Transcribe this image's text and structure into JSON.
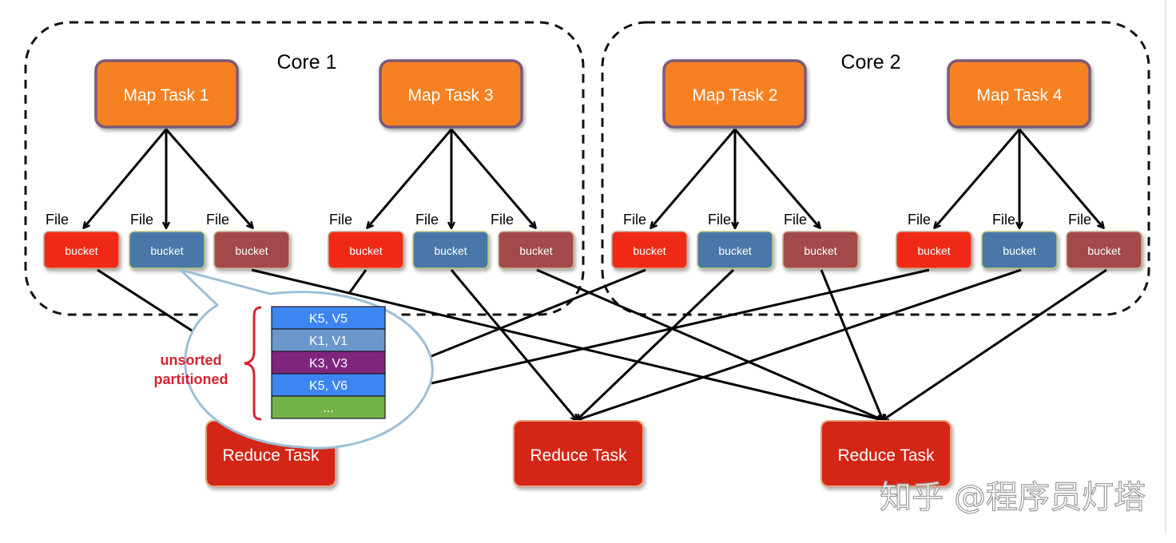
{
  "cores": [
    {
      "label": "Core 1"
    },
    {
      "label": "Core 2"
    }
  ],
  "map_tasks": [
    {
      "label": "Map Task 1"
    },
    {
      "label": "Map Task 3"
    },
    {
      "label": "Map Task 2"
    },
    {
      "label": "Map Task 4"
    }
  ],
  "file_label": "File",
  "bucket_label": "bucket",
  "bucket_colors": [
    "#f02c17",
    "#4a78a8",
    "#a34848"
  ],
  "reduce_tasks": [
    {
      "label": "Reduce Task"
    },
    {
      "label": "Reduce Task"
    },
    {
      "label": "Reduce Task"
    }
  ],
  "callout": {
    "annotation": [
      "unsorted",
      "partitioned"
    ],
    "records": [
      {
        "text": "K5, V5",
        "color": "#3d86f2"
      },
      {
        "text": "K1, V1",
        "color": "#6a98cc"
      },
      {
        "text": "K3, V3",
        "color": "#80257e"
      },
      {
        "text": "K5, V6",
        "color": "#3d86f2"
      },
      {
        "text": "...",
        "color": "#74b24a"
      }
    ]
  },
  "watermark": "知乎 @程序员灯塔",
  "colors": {
    "map_fill": "#f58122",
    "map_border": "#7a5a78",
    "reduce_fill": "#d42516",
    "reduce_border": "#e6a27a",
    "annotation": "#d62430"
  }
}
